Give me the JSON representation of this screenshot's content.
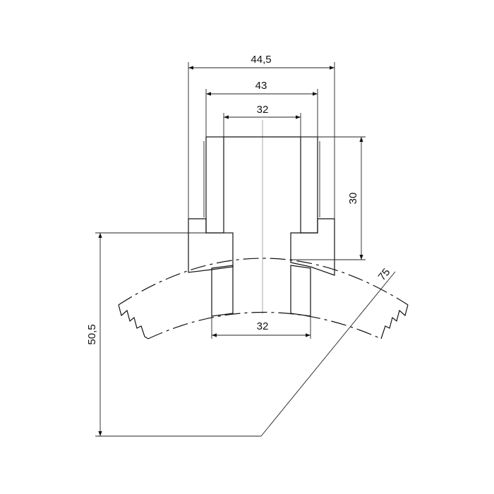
{
  "drawing": {
    "dimensions": {
      "outer_diameter": "44,5",
      "socket_diameter": "43",
      "inner_diameter_top": "32",
      "socket_depth": "30",
      "spigot_diameter": "32",
      "pipe_diameter": "75",
      "total_height": "50,5"
    },
    "colors": {
      "line": "#111111",
      "hatch": "#222222",
      "centerline": "#aaaaaa"
    }
  }
}
